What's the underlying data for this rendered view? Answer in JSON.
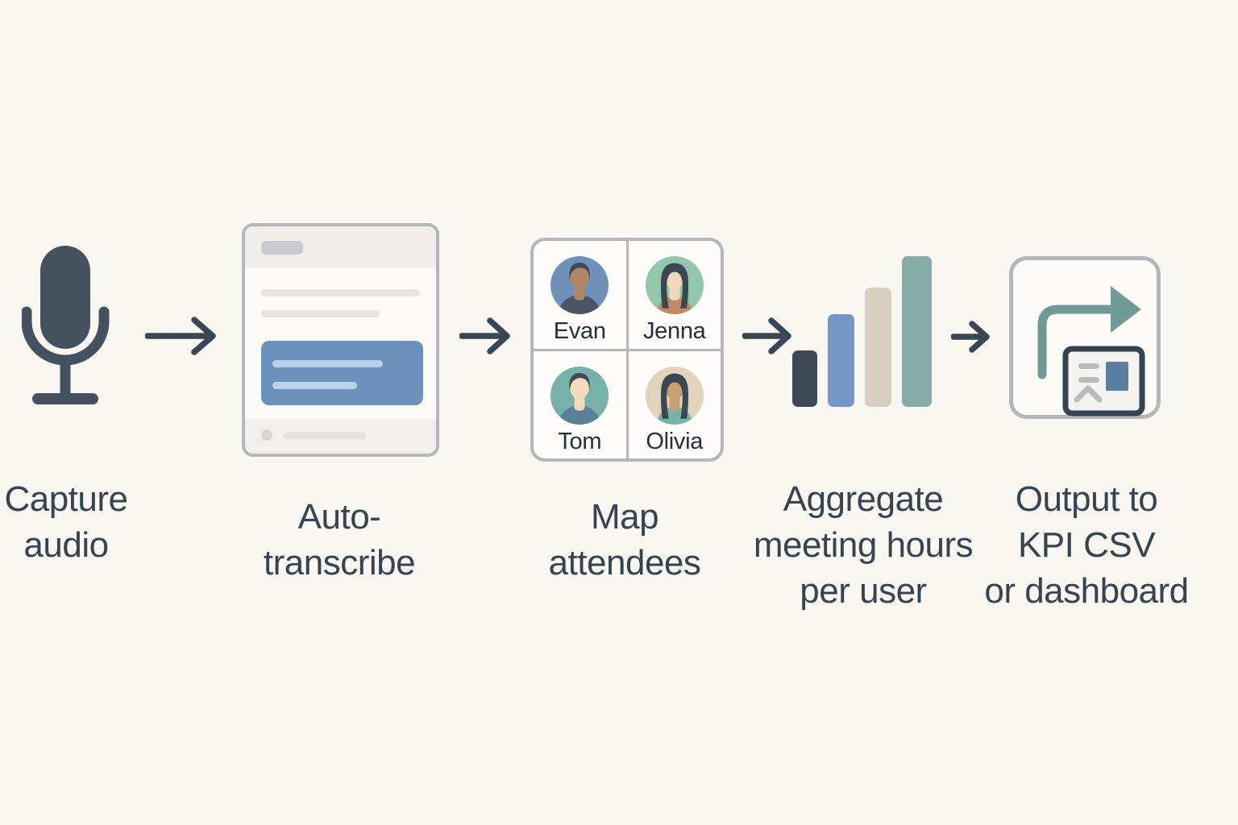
{
  "title": "Meeting hours pipeline diagram",
  "background": "#f9f7f2",
  "steps": [
    {
      "name": "capture-audio",
      "icon": "microphone-icon",
      "label_lines": [
        "Capture",
        "audio"
      ]
    },
    {
      "name": "auto-transcribe",
      "icon": "transcript-card-icon",
      "label_lines": [
        "Auto-",
        "transcribe"
      ]
    },
    {
      "name": "map-attendees",
      "icon": "attendee-grid-icon",
      "label_lines": [
        "Map",
        "attendees"
      ]
    },
    {
      "name": "aggregate-hours",
      "icon": "bar-chart-icon",
      "label_lines": [
        "Aggregate",
        "meeting hours",
        "per user"
      ]
    },
    {
      "name": "output-kpi",
      "icon": "export-icon",
      "label_lines": [
        "Output to",
        "KPI CSV",
        "or dashboard"
      ]
    }
  ],
  "attendees": [
    {
      "name": "Evan",
      "bg": "#6e90bb",
      "skin": "#b18764",
      "hair": "#3e4a55",
      "shirt": "#4b5662"
    },
    {
      "name": "Jenna",
      "bg": "#92c7ab",
      "skin": "#f1d8bc",
      "hair": "#3b4751",
      "shirt": "#bf8a64"
    },
    {
      "name": "Tom",
      "bg": "#76b2a7",
      "skin": "#f3dab9",
      "hair": "#3e4a55",
      "shirt": "#5b7e99"
    },
    {
      "name": "Olivia",
      "bg": "#e2d3bc",
      "skin": "#c89e74",
      "hair": "#3b4751",
      "shirt": "#74b3a8"
    }
  ],
  "bars": [
    {
      "color": "#3c4856",
      "height": 70
    },
    {
      "color": "#7397c7",
      "height": 115
    },
    {
      "color": "#d8cfc0",
      "height": 148
    },
    {
      "color": "#85ada6",
      "height": 187
    }
  ],
  "colors": {
    "ink": "#39434f",
    "icon_dark": "#45515e",
    "arrow": "#3a4652",
    "border_gray": "#b4b7b9",
    "card_bg": "#fcfaf7",
    "card_header": "#efeeeb",
    "card_line": "#e5e4e1",
    "card_pill": "#c9cbcc",
    "blue_box": "#6b92bd",
    "blue_line": "#b9d2e9",
    "teal_arrow": "#6f9b94",
    "mini_card_border": "#364350",
    "mini_card_blue": "#5b7e9e",
    "mini_card_gray": "#b9bcbd"
  }
}
